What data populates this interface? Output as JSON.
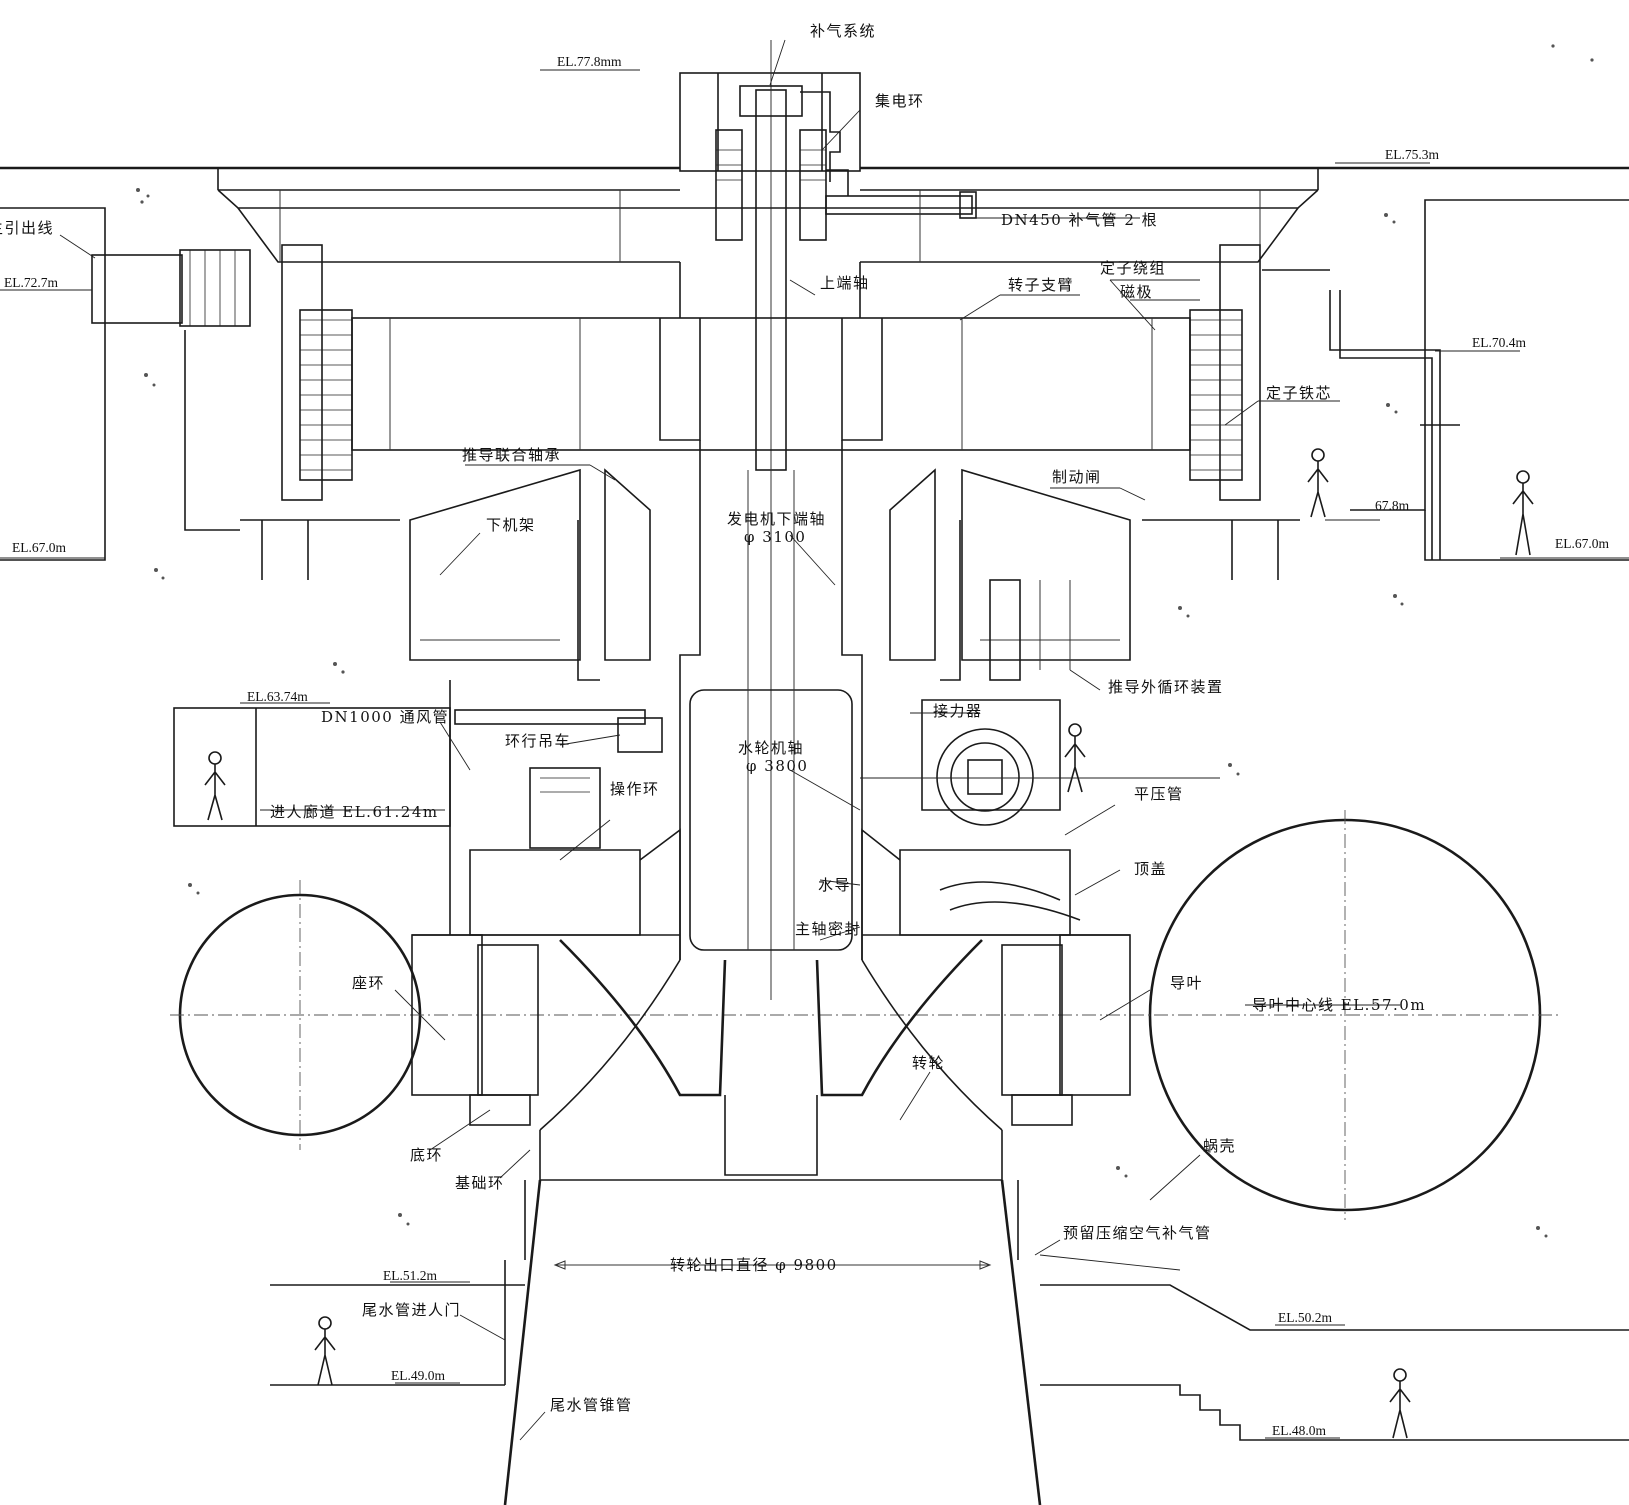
{
  "labels": {
    "air_supply_system": "补气系统",
    "el_77_8": "EL.77.8mm",
    "collector_ring": "集电环",
    "el_75_3": "EL.75.3m",
    "dn450": "DN450 补气管 2 根",
    "lead_out": "主引出线",
    "el_72_7": "EL.72.7m",
    "stator_winding": "定子绕组",
    "magnetic_pole": "磁极",
    "upper_shaft": "上端轴",
    "rotor_arm": "转子支臂",
    "el_70_4": "EL.70.4m",
    "stator_core": "定子铁芯",
    "thrust_guide_bearing": "推导联合轴承",
    "brake": "制动闸",
    "lower_bracket": "下机架",
    "gen_shaft": "发电机下端轴",
    "gen_shaft_dia": "φ 3100",
    "el_67_8": "67.8m",
    "el_67_0_left": "EL.67.0m",
    "el_67_0_right": "EL.67.0m",
    "el_63_74": "EL.63.74m",
    "dn1000": "DN1000 通风管",
    "ring_crane": "环行吊车",
    "external_circ": "推导外循环装置",
    "servomotor": "接力器",
    "turbine_shaft": "水轮机轴",
    "turbine_shaft_dia": "φ 3800",
    "access_gallery": "进人廊道 EL.61.24m",
    "operating_ring": "操作环",
    "balance_pipe": "平压管",
    "water_guide": "水导",
    "head_cover": "顶盖",
    "shaft_seal": "主轴密封",
    "stay_ring": "座环",
    "guide_vane": "导叶",
    "guide_vane_center": "导叶中心线 EL.57.0m",
    "runner": "转轮",
    "bottom_ring": "底环",
    "spiral_case": "蜗壳",
    "foundation_ring": "基础环",
    "compressed_air": "预留压缩空气补气管",
    "runner_outlet": "转轮出口直径 φ 9800",
    "el_51_2": "EL.51.2m",
    "el_50_2": "EL.50.2m",
    "draft_door": "尾水管进人门",
    "el_49_0": "EL.49.0m",
    "draft_cone": "尾水管锥管",
    "el_48_0": "EL.48.0m"
  }
}
